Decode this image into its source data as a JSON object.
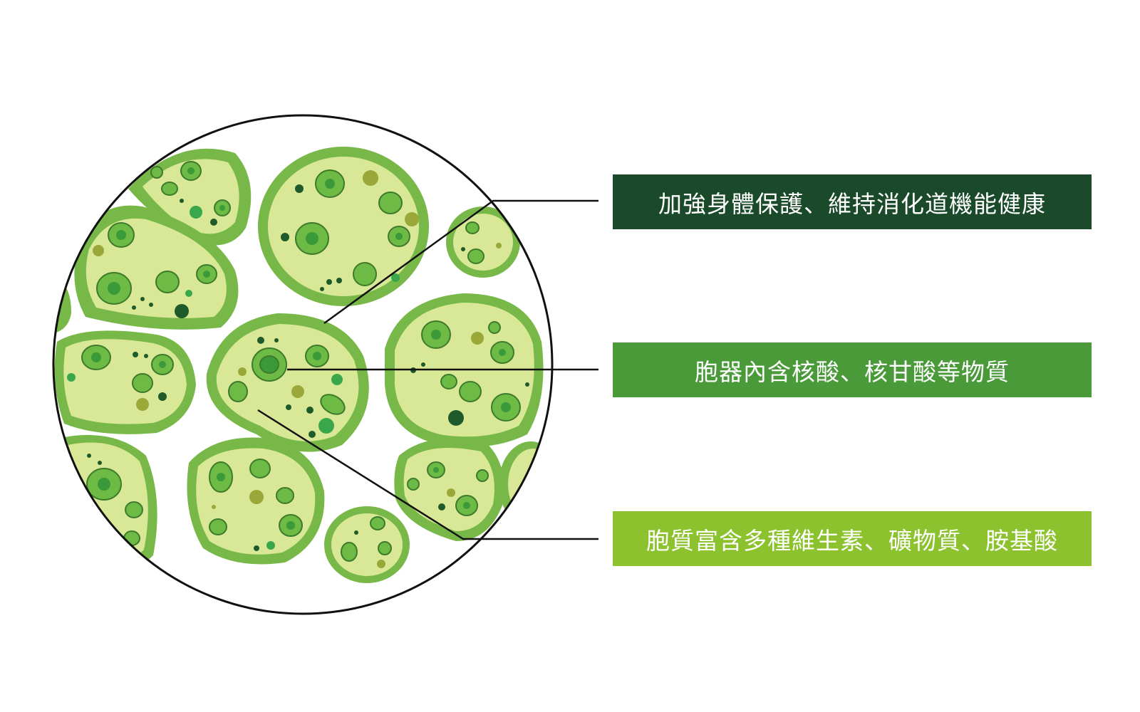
{
  "labels": [
    {
      "text": "加強身體保護、維持消化道機能健康",
      "color": "#1a4a2a"
    },
    {
      "text": "胞器內含核酸、核甘酸等物質",
      "color": "#4a9a3a"
    },
    {
      "text": "胞質富含多種維生素、礦物質、胺基酸",
      "color": "#8cc22e"
    }
  ],
  "colors": {
    "cell_wall": "#78b848",
    "cytoplasm": "#d8e896",
    "nucleus": "#6dba45",
    "nucleus_inner": "#3a9a3a",
    "dot_dark": "#1f5a2a",
    "dot_olive": "#9aa83a",
    "dot_green": "#3aa84a",
    "outline": "#3e7a2c",
    "leader_line": "#111111"
  }
}
